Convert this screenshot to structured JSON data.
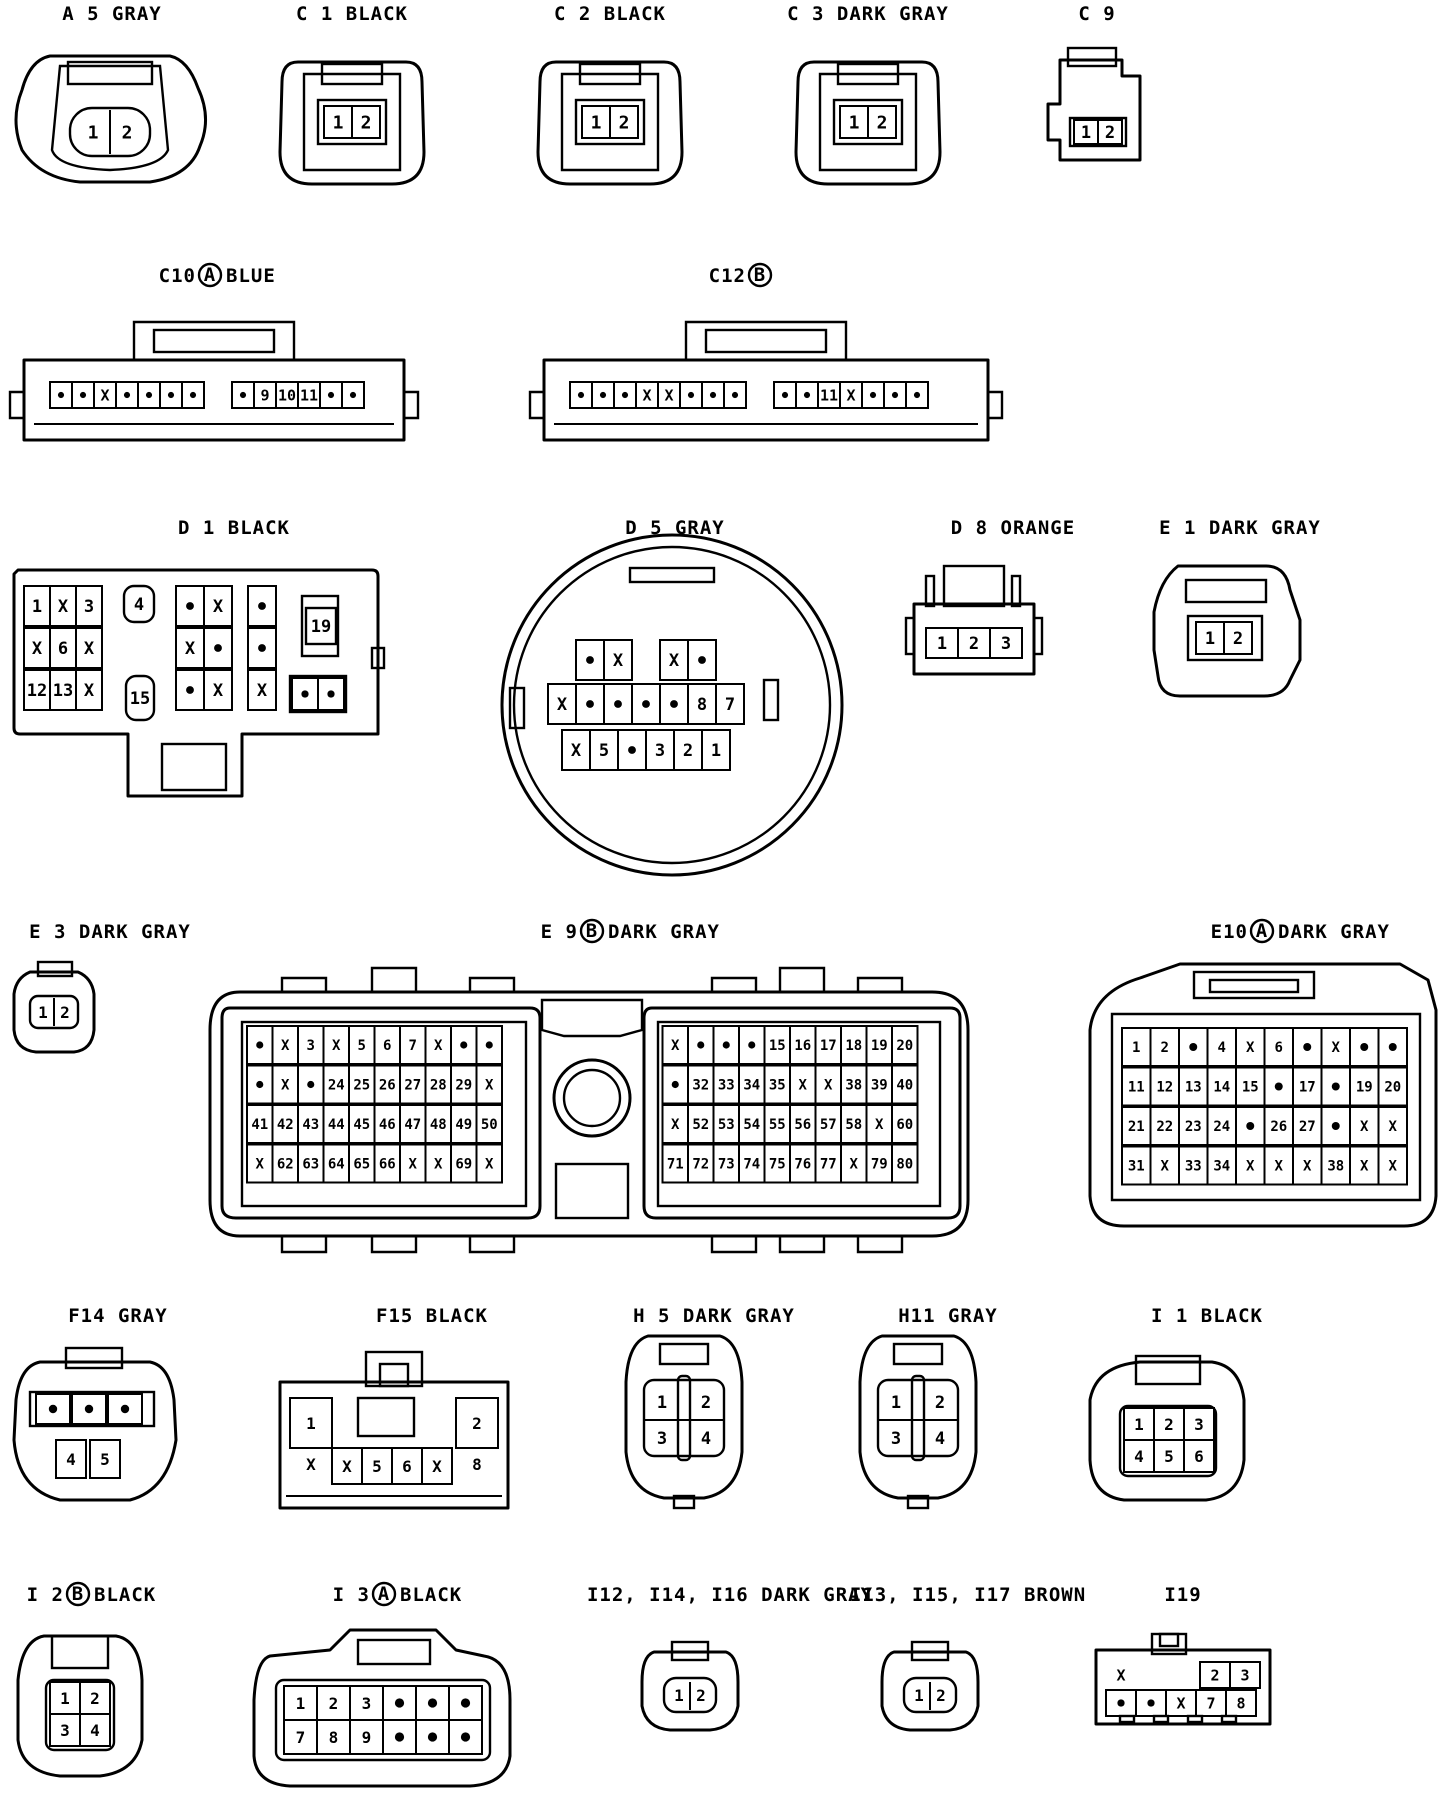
{
  "connectors": {
    "A5": {
      "title": "A 5 GRAY",
      "pins": [
        "1",
        "2"
      ]
    },
    "C1": {
      "title": "C 1 BLACK",
      "pins": [
        "1",
        "2"
      ]
    },
    "C2": {
      "title": "C 2 BLACK",
      "pins": [
        "1",
        "2"
      ]
    },
    "C3": {
      "title": "C 3 DARK GRAY",
      "pins": [
        "1",
        "2"
      ]
    },
    "C9": {
      "title": "C 9",
      "pins": [
        "1",
        "2"
      ]
    },
    "C10": {
      "title_pre": "C10",
      "badge": "A",
      "title_post": "BLUE",
      "pins": [
        "•",
        "•",
        "X",
        "•",
        "•",
        "•",
        "•",
        "•",
        "9",
        "10",
        "11",
        "•",
        "•"
      ]
    },
    "C12": {
      "title_pre": "C12",
      "badge": "B",
      "title_post": "",
      "pins": [
        "•",
        "•",
        "•",
        "X",
        "X",
        "•",
        "•",
        "•",
        "•",
        "•",
        "11",
        "X",
        "•",
        "•",
        "•"
      ]
    },
    "D1": {
      "title": "D 1 BLACK",
      "pins": [
        "1",
        "X",
        "3",
        "4",
        "•",
        "X",
        "•",
        "19",
        "X",
        "6",
        "X",
        "X",
        "•",
        "•",
        "12",
        "13",
        "X",
        "15",
        "•",
        "X",
        "X",
        "•",
        "•"
      ]
    },
    "D5": {
      "title": "D 5 GRAY",
      "pins": [
        "•",
        "X",
        "X",
        "•",
        "X",
        "•",
        "•",
        "•",
        "•",
        "8",
        "7",
        "X",
        "5",
        "•",
        "3",
        "2",
        "1"
      ]
    },
    "D8": {
      "title": "D 8 ORANGE",
      "pins": [
        "1",
        "2",
        "3"
      ]
    },
    "E1": {
      "title": "E 1 DARK GRAY",
      "pins": [
        "1",
        "2"
      ]
    },
    "E3": {
      "title": "E 3 DARK GRAY",
      "pins": [
        "1",
        "2"
      ]
    },
    "E9": {
      "title_pre": "E 9",
      "badge": "B",
      "title_post": "DARK GRAY",
      "left_rows": [
        [
          "•",
          "X",
          "3",
          "X",
          "5",
          "6",
          "7",
          "X",
          "•",
          "•"
        ],
        [
          "•",
          "X",
          "•",
          "24",
          "25",
          "26",
          "27",
          "28",
          "29",
          "X"
        ],
        [
          "41",
          "42",
          "43",
          "44",
          "45",
          "46",
          "47",
          "48",
          "49",
          "50"
        ],
        [
          "X",
          "62",
          "63",
          "64",
          "65",
          "66",
          "X",
          "X",
          "69",
          "X"
        ]
      ],
      "right_rows": [
        [
          "X",
          "•",
          "•",
          "•",
          "15",
          "16",
          "17",
          "18",
          "19",
          "20"
        ],
        [
          "•",
          "32",
          "33",
          "34",
          "35",
          "X",
          "X",
          "38",
          "39",
          "40"
        ],
        [
          "X",
          "52",
          "53",
          "54",
          "55",
          "56",
          "57",
          "58",
          "X",
          "60"
        ],
        [
          "71",
          "72",
          "73",
          "74",
          "75",
          "76",
          "77",
          "X",
          "79",
          "80"
        ]
      ]
    },
    "E10": {
      "title_pre": "E10",
      "badge": "A",
      "title_post": "DARK GRAY",
      "rows": [
        [
          "1",
          "2",
          "•",
          "4",
          "X",
          "6",
          "•",
          "X",
          "•",
          "•"
        ],
        [
          "11",
          "12",
          "13",
          "14",
          "15",
          "•",
          "17",
          "•",
          "19",
          "20"
        ],
        [
          "21",
          "22",
          "23",
          "24",
          "•",
          "26",
          "27",
          "•",
          "X",
          "X"
        ],
        [
          "31",
          "X",
          "33",
          "34",
          "X",
          "X",
          "X",
          "38",
          "X",
          "X"
        ]
      ]
    },
    "F14": {
      "title": "F14 GRAY",
      "pins": [
        "•",
        "•",
        "•",
        "4",
        "5"
      ]
    },
    "F15": {
      "title": "F15 BLACK",
      "pins": [
        "1",
        "2",
        "X",
        "X",
        "5",
        "6",
        "X",
        "8"
      ]
    },
    "H5": {
      "title": "H 5 DARK GRAY",
      "pins": [
        "1",
        "2",
        "3",
        "4"
      ]
    },
    "H11": {
      "title": "H11 GRAY",
      "pins": [
        "1",
        "2",
        "3",
        "4"
      ]
    },
    "I1": {
      "title": "I 1 BLACK",
      "pins": [
        "1",
        "2",
        "3",
        "4",
        "5",
        "6"
      ]
    },
    "I2": {
      "title_pre": "I 2",
      "badge": "B",
      "title_post": "BLACK",
      "pins": [
        "1",
        "2",
        "3",
        "4"
      ]
    },
    "I3": {
      "title_pre": "I 3",
      "badge": "A",
      "title_post": "BLACK",
      "pins": [
        "1",
        "2",
        "3",
        "•",
        "•",
        "•",
        "7",
        "8",
        "9",
        "•",
        "•",
        "•"
      ]
    },
    "I12": {
      "title": "I12, I14, I16 DARK GRAY",
      "pins": [
        "1",
        "2"
      ]
    },
    "I13": {
      "title": "I13, I15, I17 BROWN",
      "pins": [
        "1",
        "2"
      ]
    },
    "I19": {
      "title": "I19",
      "pins": [
        "X",
        "2",
        "3",
        "•",
        "•",
        "X",
        "7",
        "8"
      ]
    }
  },
  "colors": {
    "line": "#000000",
    "background": "#ffffff"
  }
}
